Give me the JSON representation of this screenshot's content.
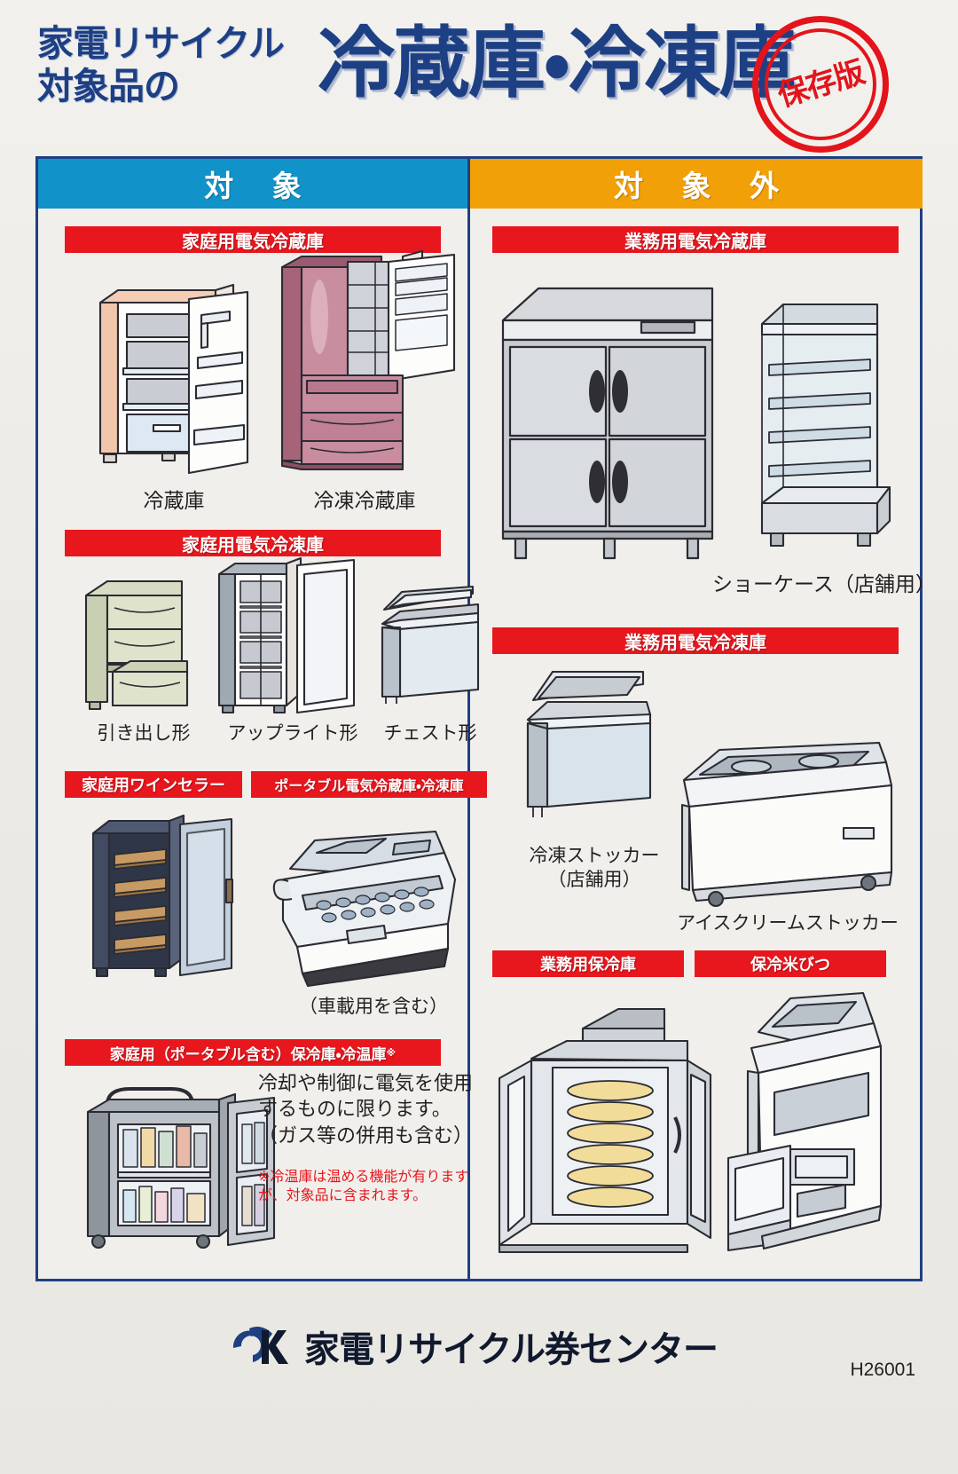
{
  "header": {
    "lead_line1": "家電リサイクル",
    "lead_line2": "対象品の",
    "title": "冷蔵庫・冷凍庫",
    "stamp": "保存版"
  },
  "columns": {
    "included_label": "対 象",
    "excluded_label": "対 象 外"
  },
  "included": {
    "sections": [
      {
        "banner": "家庭用電気冷蔵庫",
        "items": [
          {
            "label": "冷蔵庫"
          },
          {
            "label": "冷凍冷蔵庫"
          }
        ]
      },
      {
        "banner": "家庭用電気冷凍庫",
        "items": [
          {
            "label": "引き出し形"
          },
          {
            "label": "アップライト形"
          },
          {
            "label": "チェスト形"
          }
        ]
      },
      {
        "banner": "家庭用ワインセラー",
        "items": []
      },
      {
        "banner": "ポータブル電気冷蔵庫・冷凍庫",
        "items": [
          {
            "label": "（車載用を含む）"
          }
        ]
      },
      {
        "banner": "家庭用（ポータブル含む）保冷庫・冷温庫",
        "banner_mark": "※",
        "note": "冷却や制御に電気を使用\nするものに限ります。\n（ガス等の併用も含む）",
        "note_red": "※冷温庫は温める機能が有ります\nが、対象品に含まれます。",
        "items": []
      }
    ]
  },
  "excluded": {
    "sections": [
      {
        "banner": "業務用電気冷蔵庫",
        "items": [
          {
            "label": "ショーケース（店舗用）"
          }
        ]
      },
      {
        "banner": "業務用電気冷凍庫",
        "items": [
          {
            "label": "冷凍ストッカー\n（店舗用）"
          },
          {
            "label": "アイスクリームストッカー"
          }
        ]
      },
      {
        "banner": "業務用保冷庫",
        "items": []
      },
      {
        "banner": "保冷米びつ",
        "items": []
      }
    ]
  },
  "footer": {
    "org_name": "家電リサイクル券センター",
    "logo_text": "RKC",
    "doc_number": "H26001"
  },
  "colors": {
    "navy": "#1d3f84",
    "red": "#e8161d",
    "cyan": "#1193c9",
    "orange": "#f2a007",
    "paper": "#f1efeb"
  }
}
